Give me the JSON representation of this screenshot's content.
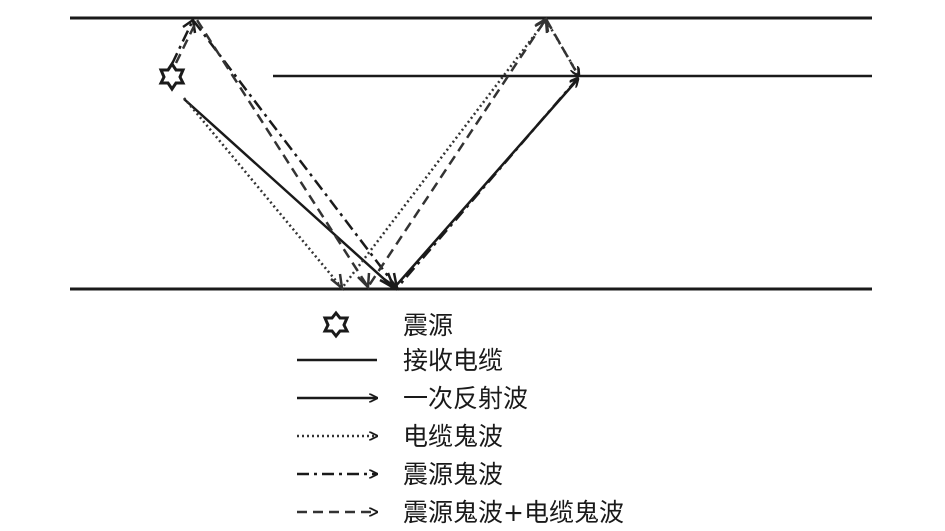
{
  "colors": {
    "ink": "#1a1a1a",
    "background": "#ffffff"
  },
  "legend": {
    "source": "震源",
    "cable": "接收电缆",
    "primary": "一次反射波",
    "cable_ghost": "电缆鬼波",
    "source_ghost": "震源鬼波",
    "combined_ghost": "震源鬼波+电缆鬼波"
  },
  "icons": {
    "source": "source-star-icon"
  }
}
